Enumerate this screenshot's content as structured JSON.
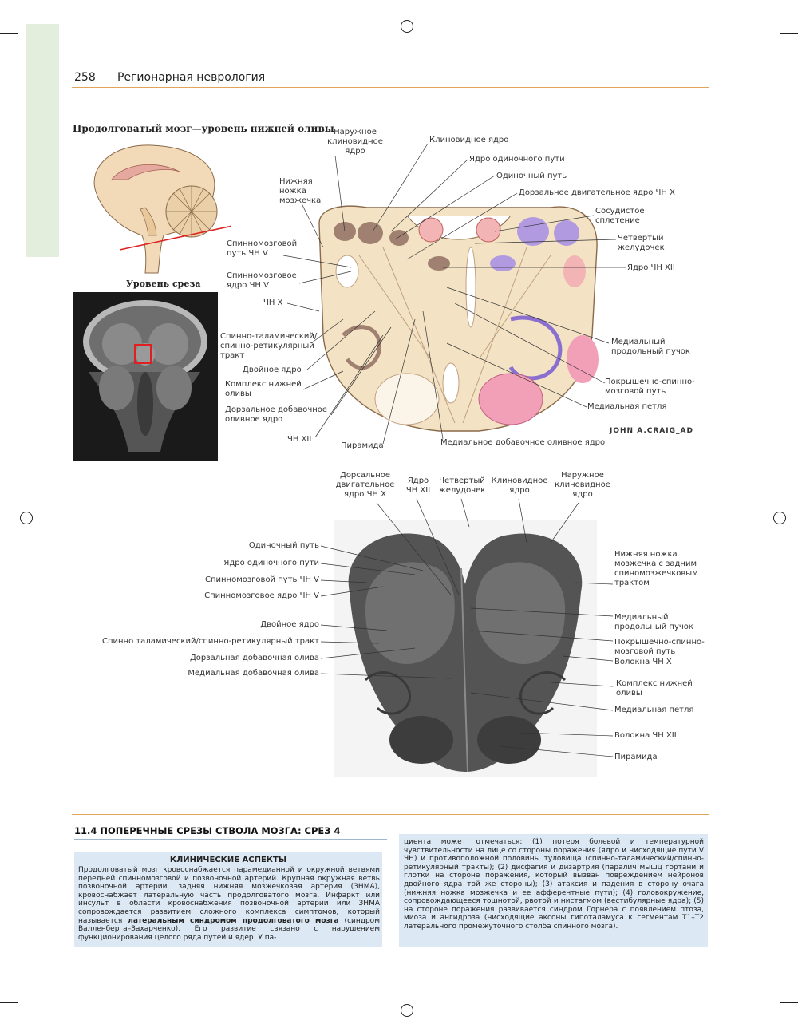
{
  "header": {
    "page_number": "258",
    "title": "Регионарная неврология"
  },
  "figure": {
    "title": "Продолговатый мозг—уровень нижней оливы",
    "level_caption": "Уровень среза",
    "signature": "JOHN A.CRAIG_AD",
    "labels": {
      "ext_cuneate": "Наружное\nклиновидное\nядро",
      "cuneate": "Клиновидное ядро",
      "solitary_nucleus": "Ядро одиночного пути",
      "solitary_tract": "Одиночный путь",
      "dorsal_motor_x": "Дорзальное двигательное ядро ЧН X",
      "choroid": "Сосудистое\nсплетение",
      "fourth_ventricle": "Четвертый\nжелудочек",
      "nucleus_xii": "Ядро ЧН XII",
      "inf_peduncle": "Нижняя\nножка\nмозжечка",
      "spinal_tract_v": "Спинномозговой\nпуть ЧН V",
      "spinal_nucleus_v": "Спинномозговое\nядро ЧН V",
      "cn_x": "ЧН X",
      "spinothalamic": "Спинно-таламический/\nспинно-ретикулярный\nтракт",
      "ambiguus": "Двойное ядро",
      "inf_olive": "Комплекс нижней\nоливы",
      "dorsal_accessory": "Дорзальное добавочное\nоливное ядро",
      "cn_xii": "ЧН XII",
      "pyramid": "Пирамида",
      "medial_accessory": "Медиальное добавочное оливное ядро",
      "mlf": "Медиальный\nпродольный пучок",
      "tectospinal": "Покрышечно-спинно-\nмозговой путь",
      "medial_lemniscus": "Медиальная петля"
    },
    "micro_labels": {
      "top_dorsal_motor": "Дорсальное\nдвигательное\nядро ЧН X",
      "top_nucleus_xii": "Ядро\nЧН XII",
      "top_fourth_ventricle": "Четвертый\nжелудочек",
      "top_cuneate": "Клиновидное\nядро",
      "top_ext_cuneate": "Наружное\nклиновидное\nядро",
      "solitary_tract": "Одиночный путь",
      "solitary_nucleus": "Ядро одиночного пути",
      "spinal_tract_v": "Спинномозговой путь ЧН V",
      "spinal_nucleus_v": "Спинномозговое ядро ЧН V",
      "ambiguus": "Двойное ядро",
      "spinothalamic": "Спинно таламический/спинно-ретикулярный тракт",
      "dorsal_accessory": "Дорзальная добавочная олива",
      "medial_accessory": "Медиальная добавочная олива",
      "inf_peduncle": "Нижняя ножка\nмозжечка с задним\nспиномозжечковым\nтрактом",
      "mlf": "Медиальный\nпродольный пучок",
      "tectospinal": "Покрышечно-спинно-\nмозговой путь",
      "fibers_x": "Волокна ЧН X",
      "inf_olive": "Комплекс нижней\nоливы",
      "medial_lemniscus": "Медиальная петля",
      "fibers_xii": "Волокна ЧН XII",
      "pyramid": "Пирамида"
    }
  },
  "section": {
    "title": "11.4  ПОПЕРЕЧНЫЕ СРЕЗЫ СТВОЛА МОЗГА: СРЕЗ 4",
    "box_heading": "КЛИНИЧЕСКИЕ АСПЕКТЫ",
    "para_left_1": "Продолговатый мозг кровоснабжается парамедианной и окружной ветвями передней спинномозговой и позвоночной артерий. Крупная окружная ветвь позвоночной артерии, задняя нижняя мозжечковая артерия (ЗНМА), кровоснабжает латеральную часть продолговатого мозга. Инфаркт или инсульт в области кровоснабжения позвоночной артерии или ЗНМА сопровождается развитием сложного комплекса симптомов, который называется ",
    "para_left_bold": "латеральным синдромом продолговатого мозга",
    "para_left_2": " (синдром Валленберга–Захарченко). Его развитие связано с нарушением функционирования целого ряда путей и ядер. У па-",
    "para_right": "циента может отмечаться: (1) потеря болевой и температурной чувствительности на лице со стороны поражения (ядро и нисходящие пути V ЧН) и противоположной половины туловища (спинно-таламический/спинно-ретикулярный тракты); (2) дисфагия и дизартрия (паралич мышц гортани и глотки на стороне поражения, который вызван повреждением нейронов двойного ядра той же стороны); (3) атаксия и падения в сторону очага (нижняя ножка мозжечка и ее афферентные пути); (4) головокружение, сопровождающееся тошнотой, рвотой и нистагмом (вестибулярные ядра); (5) на стороне поражения развивается синдром Горнера с появлением птоза, миоза и ангидроза (нисходящие аксоны гипоталамуса к сегментам T1–T2 латерального промежуточного столба спинного мозга)."
  },
  "colors": {
    "accent_rule": "#e2a35a",
    "box_bg": "#dce8f4",
    "sidebar": "#e4eedd",
    "highlight": "#e02020"
  }
}
